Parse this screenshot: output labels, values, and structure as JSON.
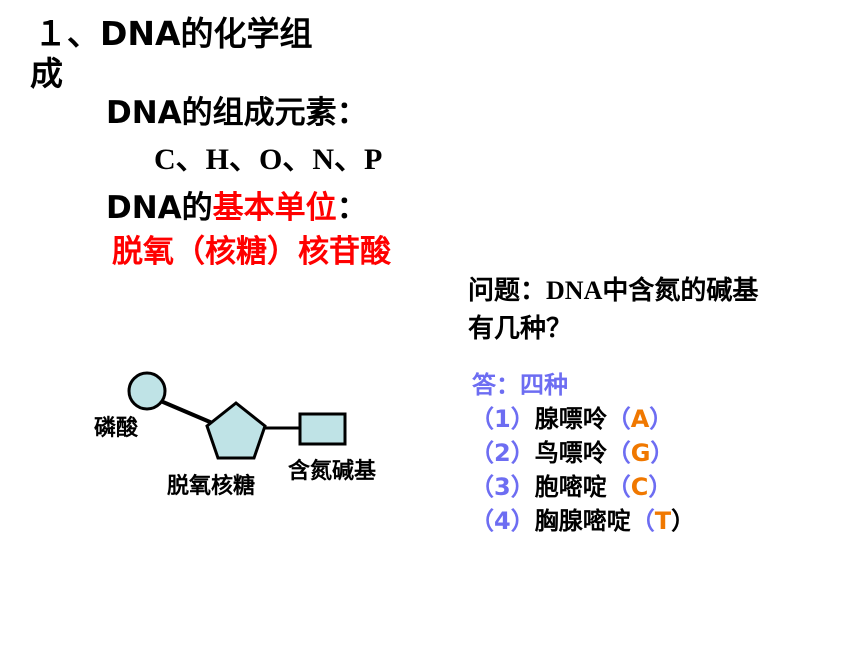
{
  "heading": {
    "line1": "１、DNA的化学组",
    "line2": "成"
  },
  "elements_title": "DNA的组成元素：",
  "elements": "C、H、O、N、P",
  "unit_title": {
    "prefix": "DNA的",
    "highlight": "基本单位",
    "suffix": "："
  },
  "unit_name": "脱氧（核糖）核苷酸",
  "question": {
    "prefix": "问题：",
    "dna": "DNA",
    "suffix": "中含氮的碱基",
    "line2": "有几种？"
  },
  "answer": {
    "lead": "答：四种",
    "items": [
      {
        "num": "（1）",
        "name": "腺嘌呤",
        "open": "（",
        "code": "A",
        "close": "）"
      },
      {
        "num": "（2）",
        "name": "鸟嘌呤",
        "open": "（",
        "code": "G",
        "close": "）"
      },
      {
        "num": "（3）",
        "name": "胞嘧啶",
        "open": "（",
        "code": "C",
        "close": "）"
      },
      {
        "num": "（4）",
        "name": "胸腺嘧啶",
        "open": "（",
        "code": "T",
        "close": "）"
      }
    ]
  },
  "diagram": {
    "phosphate": "磷酸",
    "sugar": "脱氧核糖",
    "base": "含氮碱基"
  },
  "colors": {
    "highlight": "#ff0000",
    "answer_blue": "#6d6df2",
    "base_code": "#f07800",
    "shape_fill": "#bfe3e6"
  }
}
